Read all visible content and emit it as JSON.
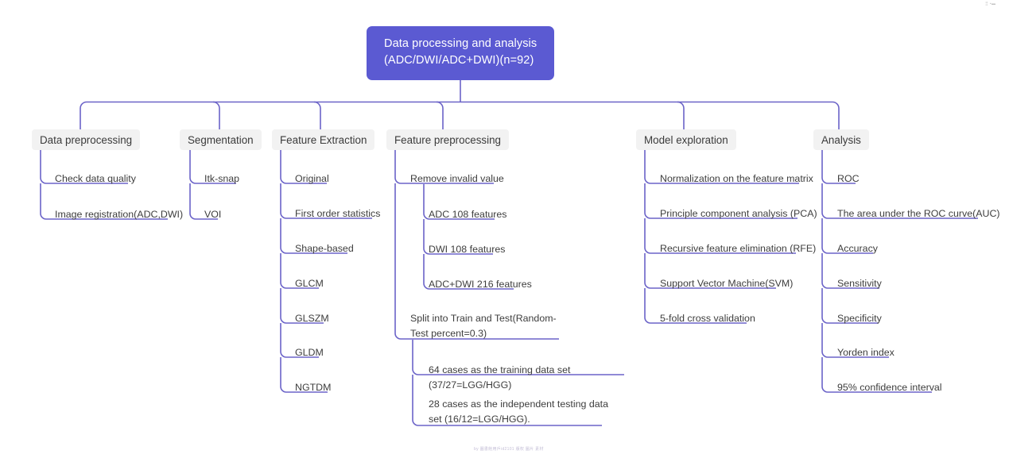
{
  "root": {
    "line1": "Data processing and analysis",
    "line2": "(ADC/DWI/ADC+DWI)(n=92)",
    "color": "#5b5ad2",
    "text_color": "#ffffff"
  },
  "theme": {
    "connector_color": "#6b63c8",
    "chip_bg": "#f2f2f2",
    "chip_text": "#3b3b3b",
    "leaf_text": "#3d3d3d",
    "page_bg": "#ffffff"
  },
  "watermarks": {
    "bottom": "by 圖書館用戶id2101 版权 圖片 素材",
    "corner": "⣿ ▪▬"
  },
  "branches": [
    {
      "id": "data-preprocessing",
      "label": "Data preprocessing",
      "children": [
        {
          "label": "Check data quality"
        },
        {
          "label": "Image registration(ADC,DWI)"
        }
      ]
    },
    {
      "id": "segmentation",
      "label": "Segmentation",
      "children": [
        {
          "label": "Itk-snap"
        },
        {
          "label": "VOI"
        }
      ]
    },
    {
      "id": "feature-extraction",
      "label": "Feature Extraction",
      "children": [
        {
          "label": "Original"
        },
        {
          "label": "First order statistics"
        },
        {
          "label": "Shape-based"
        },
        {
          "label": "GLCM"
        },
        {
          "label": "GLSZM"
        },
        {
          "label": "GLDM"
        },
        {
          "label": "NGTDM"
        }
      ]
    },
    {
      "id": "feature-preprocessing",
      "label": "Feature preprocessing",
      "children": [
        {
          "label": "Remove invalid value",
          "children": [
            {
              "label": "ADC 108 features"
            },
            {
              "label": "DWI 108 features"
            },
            {
              "label": "ADC+DWI 216 features"
            }
          ]
        },
        {
          "label": "Split into Train and Test(Random-Test percent=0.3)",
          "children": [
            {
              "label": "64 cases as the training data set (37/27=LGG/HGG)"
            },
            {
              "label": "28 cases as the independent testing data set (16/12=LGG/HGG)."
            }
          ]
        }
      ]
    },
    {
      "id": "model-exploration",
      "label": "Model exploration",
      "children": [
        {
          "label": "Normalization on the feature matrix"
        },
        {
          "label": "Principle component analysis (PCA)"
        },
        {
          "label": "Recursive feature elimination (RFE)"
        },
        {
          "label": "Support Vector Machine(SVM)"
        },
        {
          "label": "5-fold cross validation"
        }
      ]
    },
    {
      "id": "analysis",
      "label": "Analysis",
      "children": [
        {
          "label": "ROC"
        },
        {
          "label": "The area under the ROC curve(AUC)"
        },
        {
          "label": "Accuracy"
        },
        {
          "label": "Sensitivity"
        },
        {
          "label": "Specificity"
        },
        {
          "label": "Yorden index"
        },
        {
          "label": "95% confidence interval"
        }
      ]
    }
  ]
}
